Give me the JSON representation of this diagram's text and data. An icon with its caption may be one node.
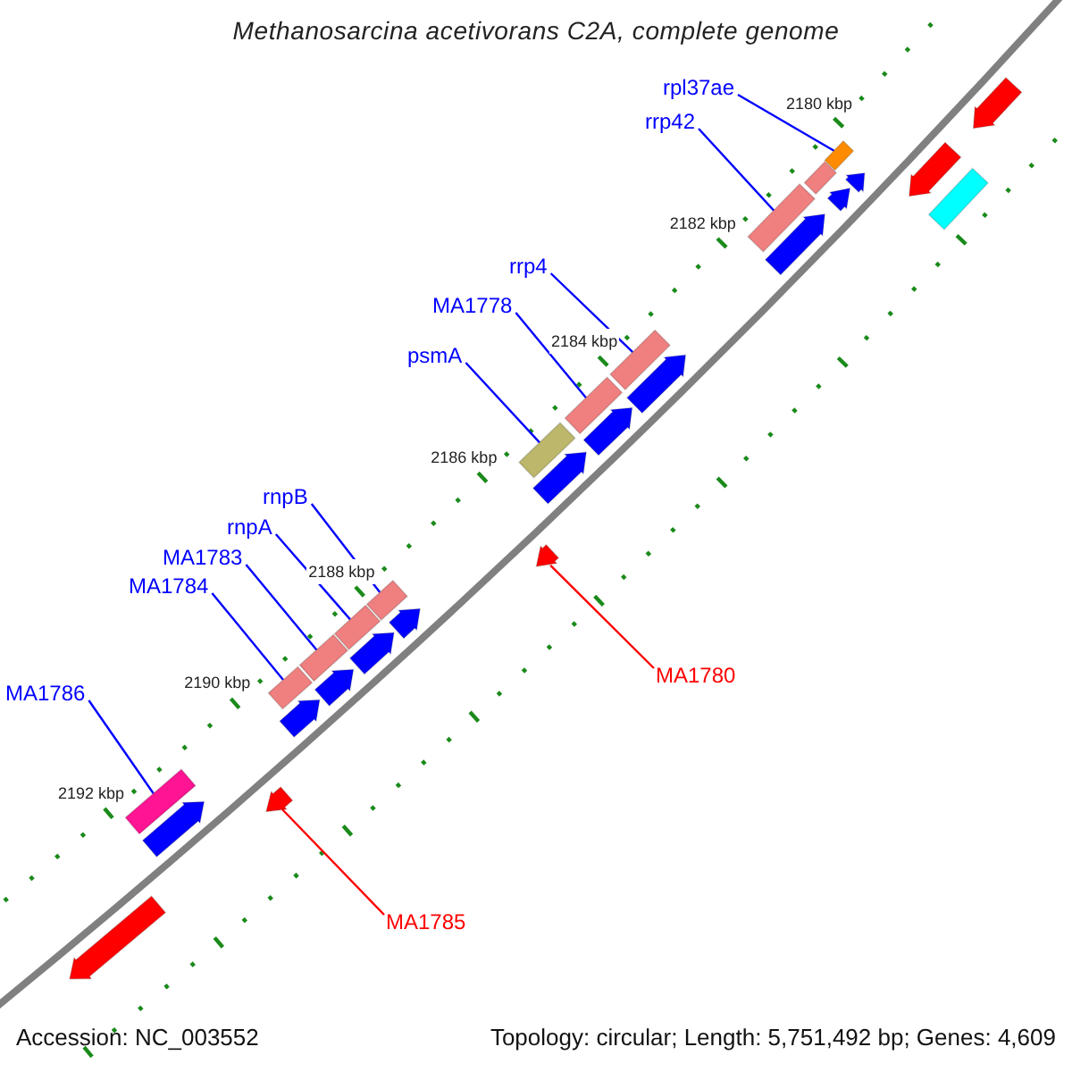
{
  "diagram": {
    "title": "Methanosarcina acetivorans C2A, complete genome",
    "nodes": [
      {
        "text": [
          "rpl37ae"
        ]
      },
      {
        "text": [],
        "shape": "box"
      },
      {
        "text": [
          "rrp42"
        ]
      },
      {
        "text": [],
        "shape": "box"
      },
      {
        "text": [
          "rrp4"
        ]
      },
      {
        "text": [],
        "shape": "box"
      },
      {
        "text": [
          "MA1778"
        ]
      },
      {
        "text": [],
        "shape": "box"
      },
      {
        "text": [
          "psmA"
        ]
      },
      {
        "text": [],
        "shape": "box"
      },
      {
        "text": [
          "rnpB"
        ]
      },
      {
        "text": [],
        "shape": "box"
      },
      {
        "text": [
          "rnpA"
        ]
      },
      {
        "text": [],
        "shape": "box"
      },
      {
        "text": [
          "MA1783"
        ]
      },
      {
        "text": [],
        "shape": "box"
      },
      {
        "text": [
          "MA1784"
        ]
      },
      {
        "text": [],
        "shape": "box"
      },
      {
        "text": [
          "MA1780"
        ]
      },
      {
        "text": [],
        "shape": "arrow"
      },
      {
        "text": [
          "MA1786"
        ]
      },
      {
        "text": [],
        "shape": "box"
      },
      {
        "text": [
          "MA1785"
        ]
      },
      {
        "text": [],
        "shape": "arrow"
      },
      {
        "text": [],
        "shape": "box"
      },
      {
        "text": [],
        "shape": "arrow"
      },
      {
        "text": [],
        "shape": "arrow"
      },
      {
        "text": [],
        "shape": "arrow"
      },
      {
        "text": [],
        "shape": "arrow"
      },
      {
        "text": [],
        "shape": "arrow"
      },
      {
        "text": [],
        "shape": "box"
      },
      {
        "text": [],
        "shape": "arrow"
      },
      {
        "text": [],
        "shape": "arrow"
      },
      {
        "text": [],
        "shape": "arrow"
      },
      {
        "text": [],
        "shape": "arrow"
      },
      {
        "text": [],
        "shape": "arrow"
      },
      {
        "text": [],
        "shape": "arrow"
      },
      {
        "text": [],
        "shape": "arrow"
      },
      {
        "text": [],
        "shape": "arrow"
      },
      {
        "text": [],
        "shape": "arrow"
      }
    ],
    "edges": [
      {
        "from": 0,
        "to": 1,
        "arrow": "none"
      },
      {
        "from": 2,
        "to": 3,
        "arrow": "none"
      },
      {
        "from": 4,
        "to": 5,
        "arrow": "none"
      },
      {
        "from": 6,
        "to": 7,
        "arrow": "none"
      },
      {
        "from": 8,
        "to": 9,
        "arrow": "none"
      },
      {
        "from": 10,
        "to": 11,
        "arrow": "none"
      },
      {
        "from": 12,
        "to": 13,
        "arrow": "none"
      },
      {
        "from": 14,
        "to": 15,
        "arrow": "none"
      },
      {
        "from": 16,
        "to": 17,
        "arrow": "none"
      },
      {
        "from": 18,
        "to": 19,
        "arrow": "none",
        "color": "#ff0000"
      },
      {
        "from": 20,
        "to": 21,
        "arrow": "none"
      },
      {
        "from": 22,
        "to": 23,
        "arrow": "none",
        "color": "#ff0000"
      }
    ],
    "labels": [
      "2180 kbp",
      "2182 kbp",
      "2184 kbp",
      "2186 kbp",
      "2188 kbp",
      "2190 kbp",
      "2192 kbp",
      "Accession: NC_003552",
      "Topology: circular; Length: 5,751,492 bp; Genes: 4,609"
    ]
  }
}
